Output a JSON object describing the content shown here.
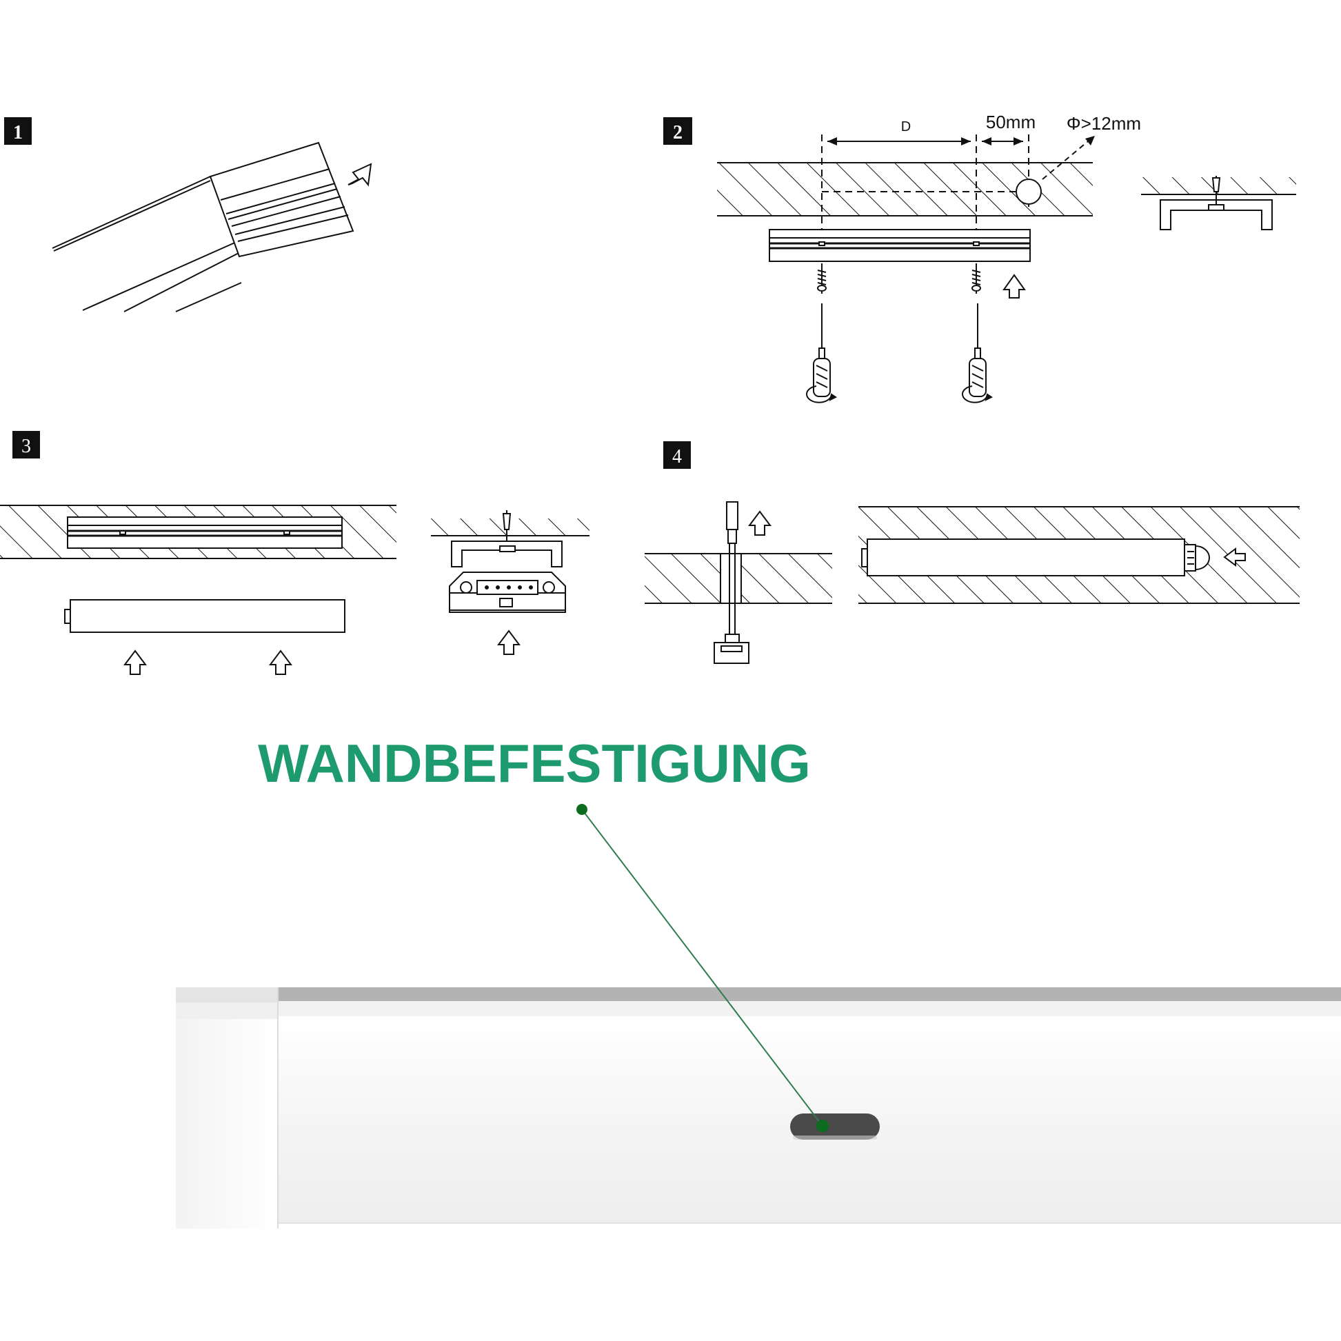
{
  "steps": [
    {
      "number": "1"
    },
    {
      "number": "2"
    },
    {
      "number": "3"
    },
    {
      "number": "4"
    }
  ],
  "dimensions": {
    "d_label": "D",
    "offset_label": "50mm",
    "hole_label": "Φ>12mm"
  },
  "caption": {
    "title": "WANDBEFESTIGUNG"
  },
  "colors": {
    "accent": "#1e9b6e",
    "leader": "#2e7d4f",
    "dot": "#0b6b1e",
    "line": "#111111",
    "fixture_top": "#b3b3b3",
    "fixture_body": "#f6f6f6",
    "slot": "#4a4a4a"
  }
}
